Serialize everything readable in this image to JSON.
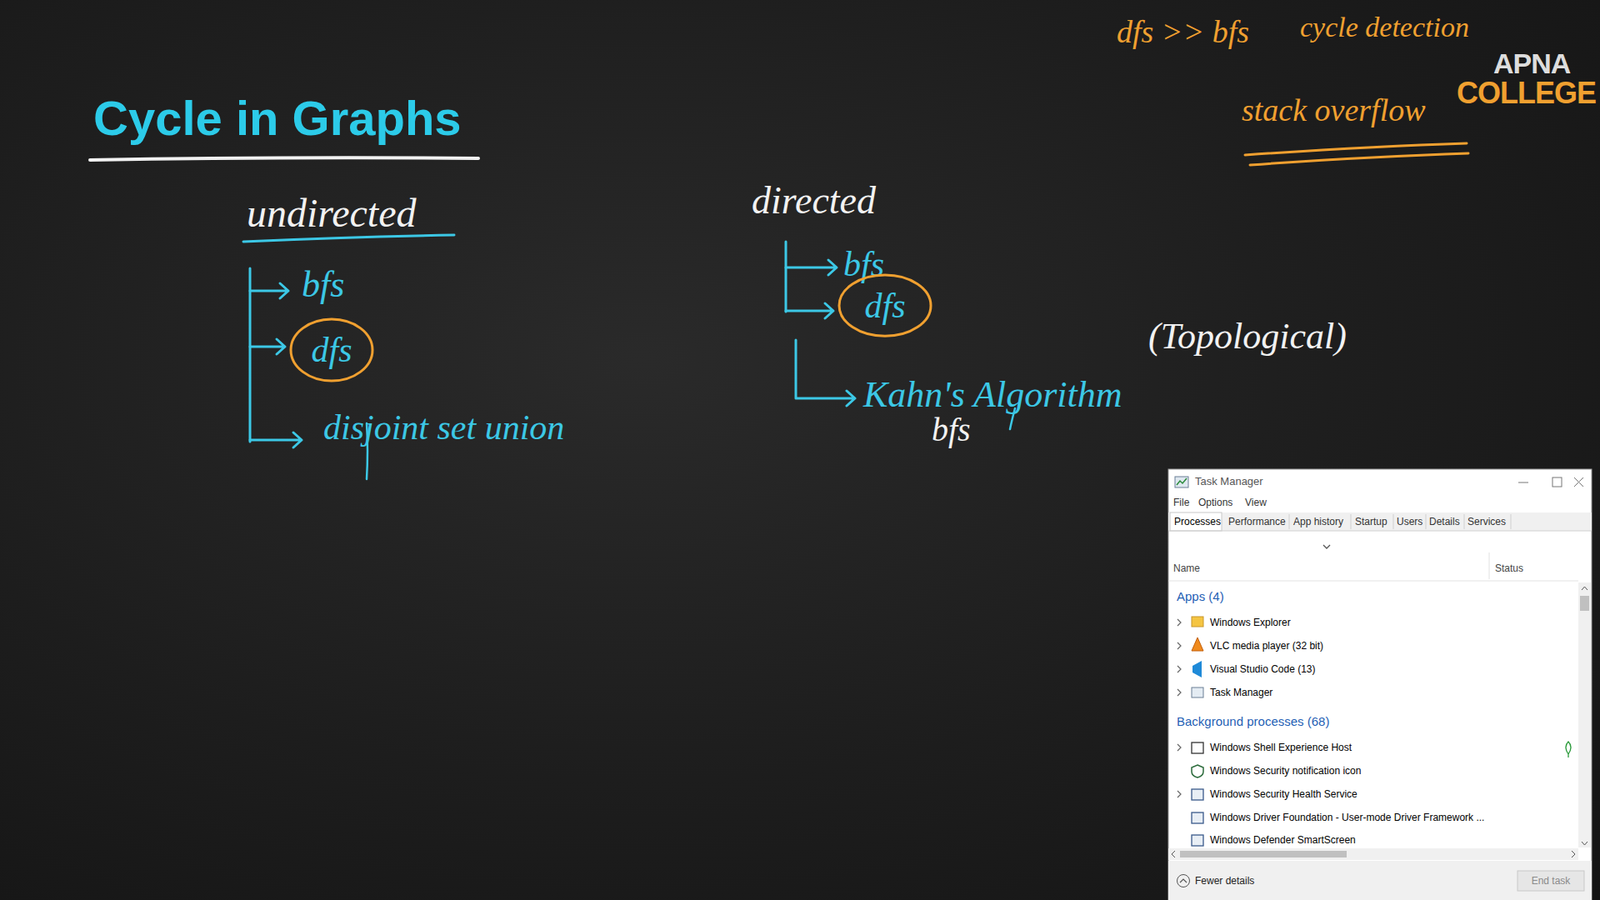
{
  "diagram": {
    "title": "Cycle in Graphs",
    "nodes": [
      {
        "text": [
          "dfs"
        ]
      },
      {
        "text": [
          "dfs"
        ]
      },
      {
        "text": [
          "Task Manager",
          "File",
          "Options",
          "View",
          "Processes",
          "Performance",
          "App history",
          "Startup",
          "Users",
          "Details",
          "Services",
          "Name",
          "Status",
          "Apps (4)",
          "Windows Explorer",
          "VLC media player (32 bit)",
          "Visual Studio Code (13)",
          "Task Manager",
          "Background processes (68)",
          "Windows Shell Experience Host",
          "Windows Security notification icon",
          "Windows Security Health Service",
          "Windows Driver Foundation - User-mode Driver Framework ...",
          "Windows Defender SmartScreen",
          "Fewer details",
          "End task"
        ]
      }
    ],
    "labels": [
      "dfs >> bfs",
      "cycle detection",
      "APNA",
      "COLLEGE",
      "stack overflow",
      "undirected",
      "bfs",
      "disjoint set union",
      "directed",
      "bfs",
      "Kahn's Algorithm",
      "(Topological)",
      "bfs"
    ]
  }
}
